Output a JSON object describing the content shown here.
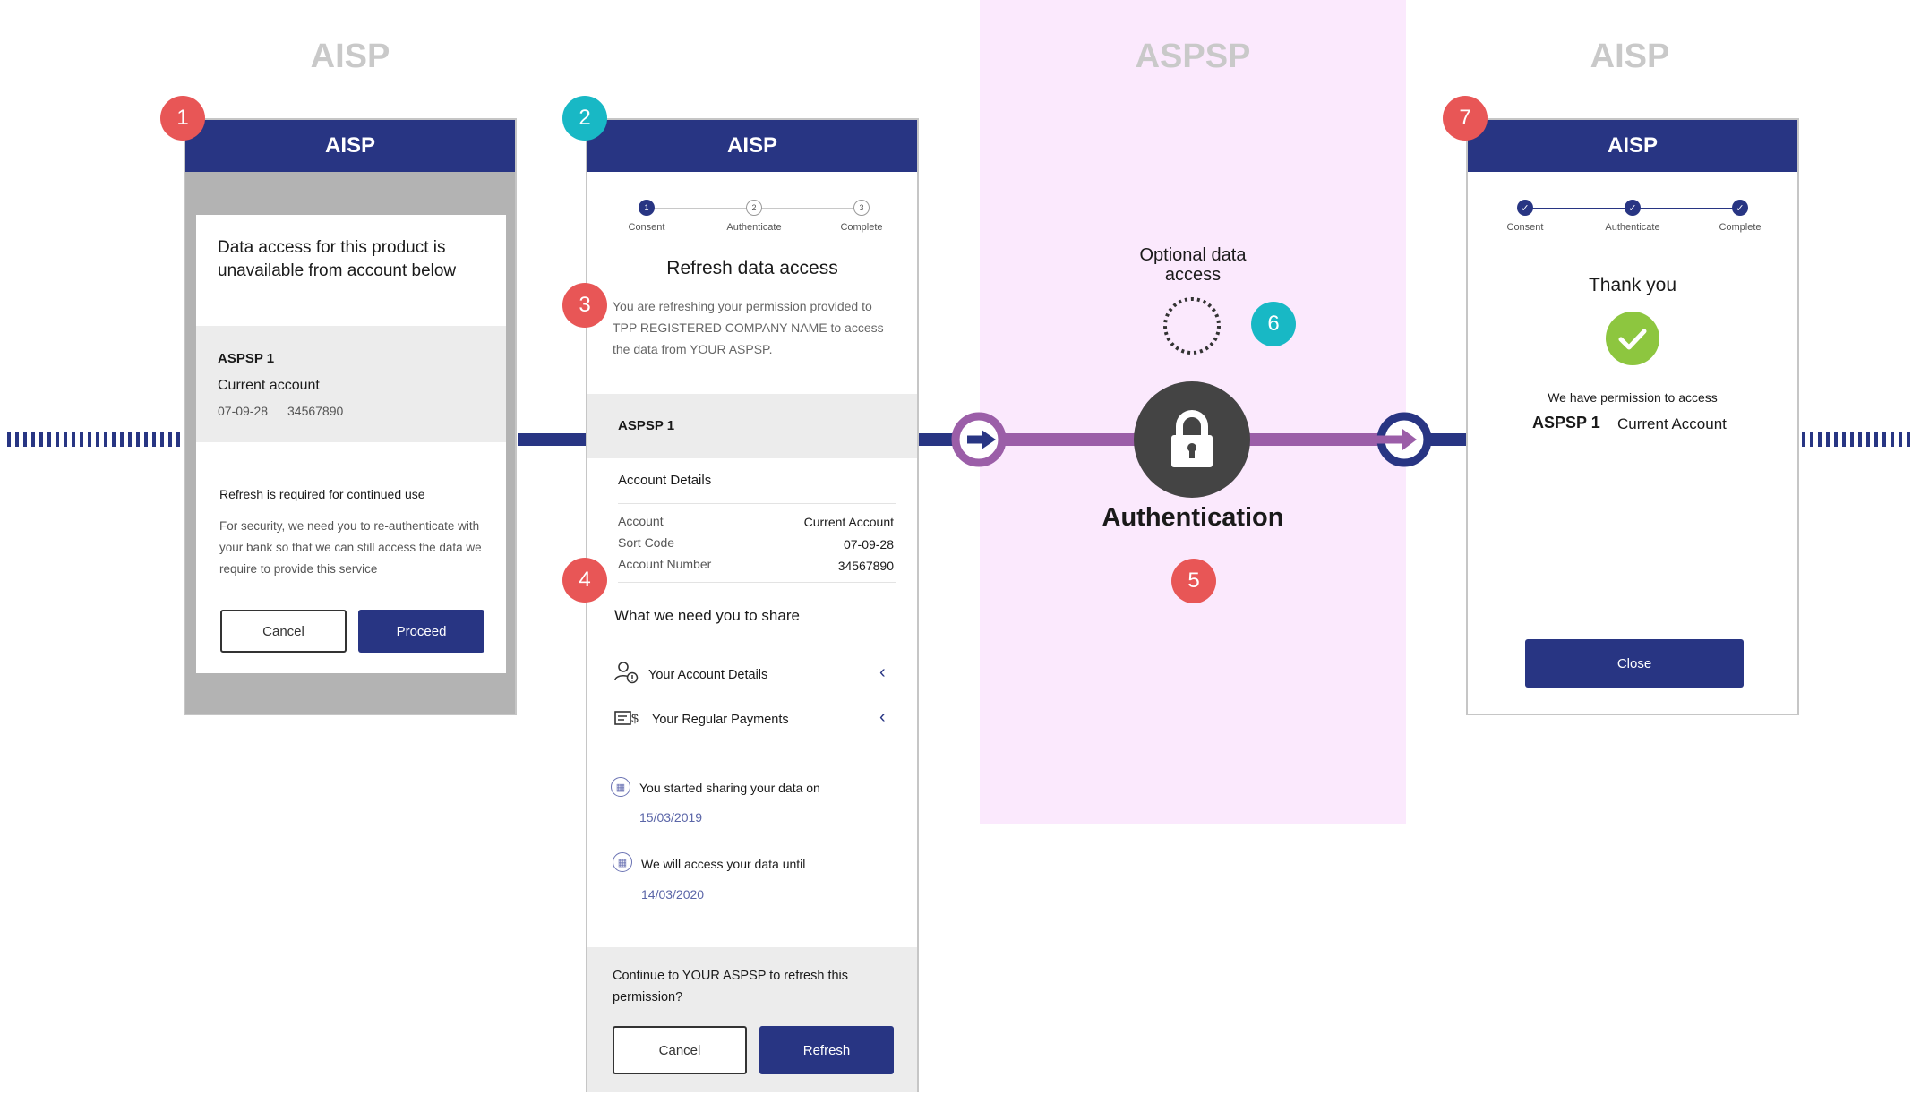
{
  "column_labels": {
    "left": "AISP",
    "middle": "ASPSP",
    "right": "AISP"
  },
  "badges": {
    "b1": "1",
    "b2": "2",
    "b3": "3",
    "b4": "4",
    "b5": "5",
    "b6": "6",
    "b7": "7"
  },
  "screen1": {
    "header": "AISP",
    "message": "Data access for this product is unavailable from account below",
    "bank_name": "ASPSP 1",
    "account_type": "Current account",
    "sort_code": "07-09-28",
    "account_number": "34567890",
    "refresh_title": "Refresh is required for continued use",
    "refresh_body": "For security, we need you to re-authenticate with your bank so that we can still access the data we require to provide this service",
    "cancel_label": "Cancel",
    "proceed_label": "Proceed"
  },
  "screen2": {
    "header": "AISP",
    "steps": [
      {
        "num": "1",
        "label": "Consent"
      },
      {
        "num": "2",
        "label": "Authenticate"
      },
      {
        "num": "3",
        "label": "Complete"
      }
    ],
    "title": "Refresh data access",
    "intro": "You are refreshing your permission provided to TPP REGISTERED COMPANY NAME to access the data from YOUR ASPSP.",
    "bank_name": "ASPSP 1",
    "details_heading": "Account Details",
    "account_label": "Account",
    "account_value": "Current Account",
    "sort_label": "Sort Code",
    "sort_value": "07-09-28",
    "number_label": "Account Number",
    "number_value": "34567890",
    "share_heading": "What we need you to share",
    "share_item1": "Your Account Details",
    "share_item2": "Your Regular Payments",
    "started_label": "You started sharing your data on",
    "started_date": "15/03/2019",
    "until_label": "We will access your data until",
    "until_date": "14/03/2020",
    "continue_text": "Continue to YOUR ASPSP to refresh this permission?",
    "cancel_label": "Cancel",
    "refresh_label": "Refresh"
  },
  "middle": {
    "optional_label": "Optional data access",
    "auth_label": "Authentication"
  },
  "screen3": {
    "header": "AISP",
    "steps": [
      {
        "label": "Consent"
      },
      {
        "label": "Authenticate"
      },
      {
        "label": "Complete"
      }
    ],
    "thank_you": "Thank you",
    "permission_text": "We have permission to access",
    "bank_name": "ASPSP 1",
    "account_type": "Current Account",
    "close_label": "Close"
  },
  "colors": {
    "navy": "#283583",
    "purple": "#9b5ea8",
    "badge_red": "#e85656",
    "badge_teal": "#18b8c5",
    "aspsp_bg": "#fbe9fd",
    "success_green": "#8dc63f"
  }
}
